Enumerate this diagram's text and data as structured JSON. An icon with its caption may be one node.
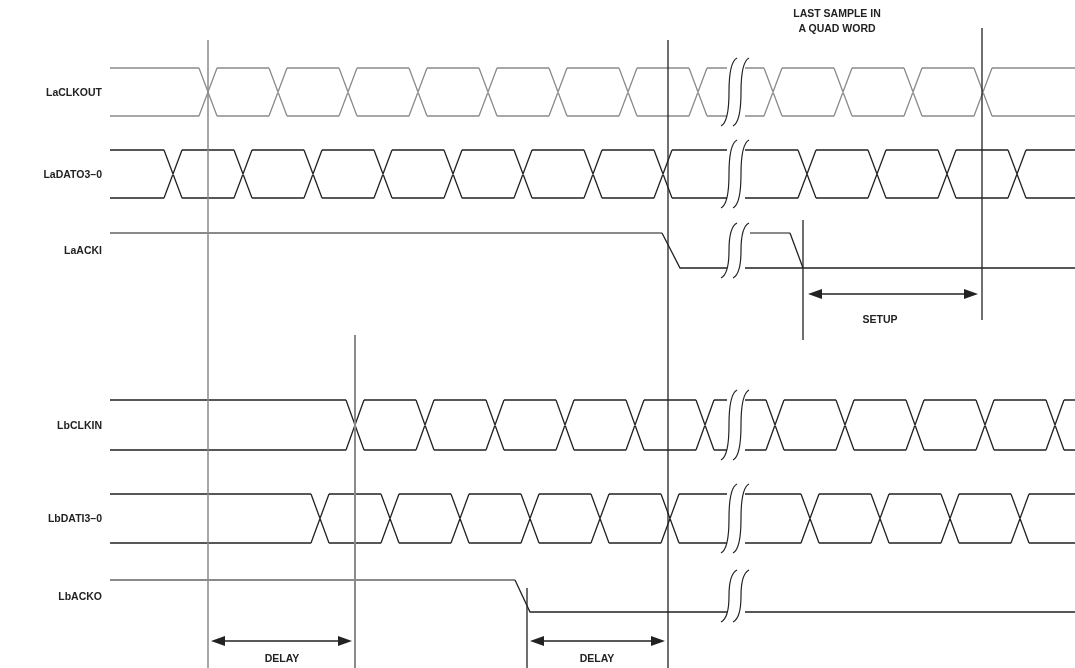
{
  "diagram": {
    "labels": [
      "LAST SAMPLE IN A QUAD WORD",
      "LaCLKOUT",
      "LaDATO3–0",
      "LaACKI",
      "SETUP",
      "LbCLKIN",
      "LbDATI3–0",
      "LbACKO",
      "DELAY",
      "DELAY"
    ]
  }
}
